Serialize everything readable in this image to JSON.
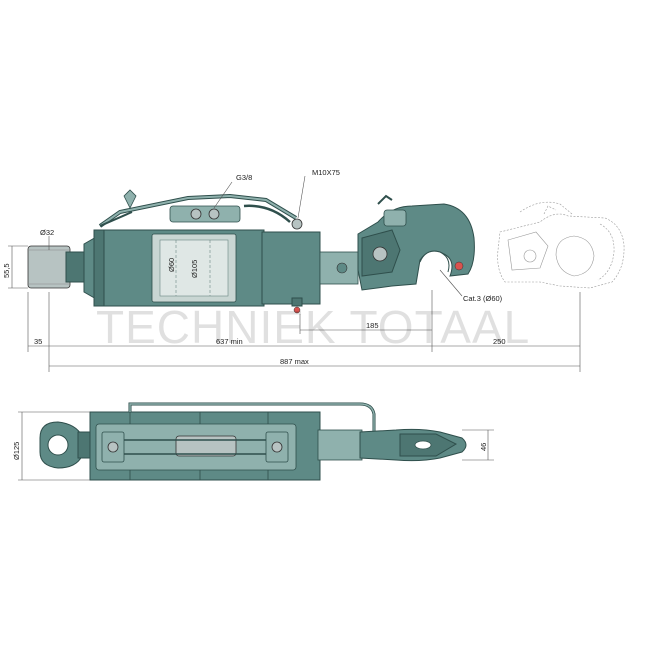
{
  "watermark": "TECHNIEK TOTAAL",
  "top_view": {
    "labels": {
      "thread_port": "G3/8",
      "bolt": "M10X75",
      "eye_diameter": "Ø32",
      "rod_diameter": "Ø60",
      "bore_diameter": "Ø105",
      "hook_category": "Cat.3 (Ø60)"
    },
    "dimensions": {
      "eye_height": "55,5",
      "eye_offset": "35",
      "min_length": "637 min",
      "stroke": "185",
      "hook_length": "250",
      "max_length": "887 max"
    }
  },
  "bottom_view": {
    "dimensions": {
      "body_diameter": "Ø125",
      "hook_width": "46"
    }
  },
  "colors": {
    "cylinder_body": "#5e8a86",
    "cylinder_dark": "#4d7672",
    "metal": "#b7c3c2",
    "ghost_outline": "#9a9a9a"
  }
}
